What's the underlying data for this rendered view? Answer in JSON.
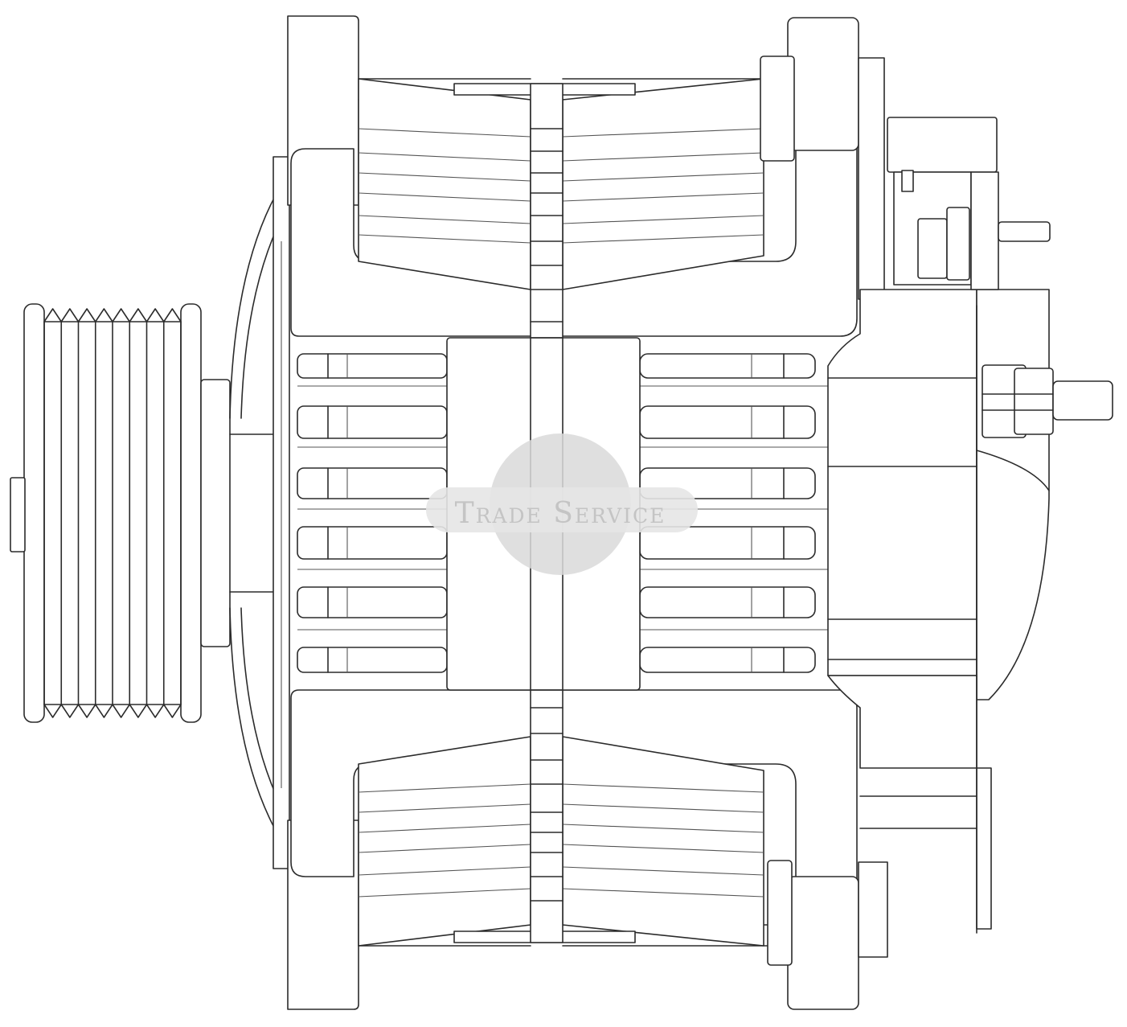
{
  "drawing": {
    "subject": "alternator",
    "style": "line-art",
    "stroke_color": "#2b2b2b",
    "background": "#ffffff"
  },
  "pulley": {
    "grooves": 8
  },
  "watermark": {
    "text": "Trade Service",
    "disc_color": "#d9d9d9",
    "text_color": "#c4c4c4"
  }
}
